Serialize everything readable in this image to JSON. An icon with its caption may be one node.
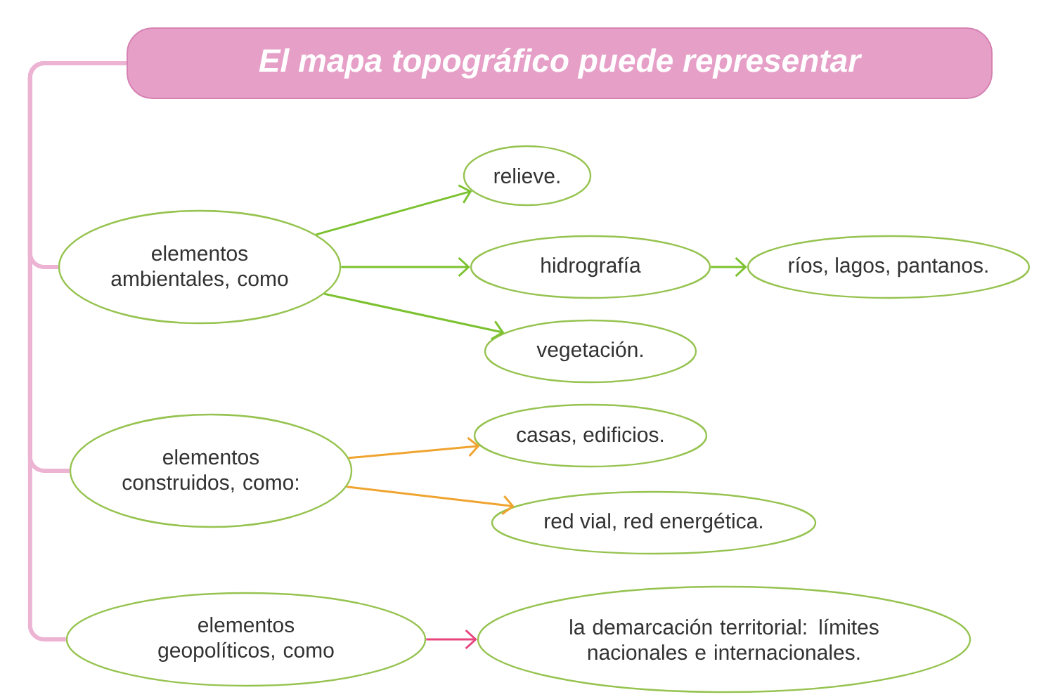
{
  "diagram": {
    "nodes": [
      {
        "text": [
          "El mapa topográfico puede representar"
        ]
      },
      {
        "text": [
          "elementos ambientales, como"
        ]
      },
      {
        "text": [
          "relieve."
        ]
      },
      {
        "text": [
          "hidrografía"
        ]
      },
      {
        "text": [
          "ríos, lagos, pantanos."
        ]
      },
      {
        "text": [
          "vegetación."
        ]
      },
      {
        "text": [
          "elementos construidos, como:"
        ]
      },
      {
        "text": [
          "casas, edificios."
        ]
      },
      {
        "text": [
          "red vial, red energética."
        ]
      },
      {
        "text": [
          "elementos geopolíticos, como"
        ]
      },
      {
        "text": [
          "la demarcación territorial: límites nacionales e internacionales."
        ]
      }
    ],
    "edges": [
      {
        "from": 0,
        "to": 1,
        "arrow": "none",
        "style": "thick",
        "color": "#ecb3d3"
      },
      {
        "from": 0,
        "to": 6,
        "arrow": "none",
        "style": "thick",
        "color": "#ecb3d3"
      },
      {
        "from": 0,
        "to": 9,
        "arrow": "none",
        "style": "thick",
        "color": "#ecb3d3"
      },
      {
        "from": 1,
        "to": 2,
        "arrow": "to"
      },
      {
        "from": 1,
        "to": 3,
        "arrow": "to"
      },
      {
        "from": 1,
        "to": 5,
        "arrow": "to"
      },
      {
        "from": 3,
        "to": 4,
        "arrow": "to"
      },
      {
        "from": 6,
        "to": 7,
        "arrow": "to",
        "color": "#f0a430"
      },
      {
        "from": 6,
        "to": 8,
        "arrow": "to",
        "color": "#f0a430"
      },
      {
        "from": 9,
        "to": 10,
        "arrow": "to",
        "color": "#e8457f"
      }
    ]
  }
}
